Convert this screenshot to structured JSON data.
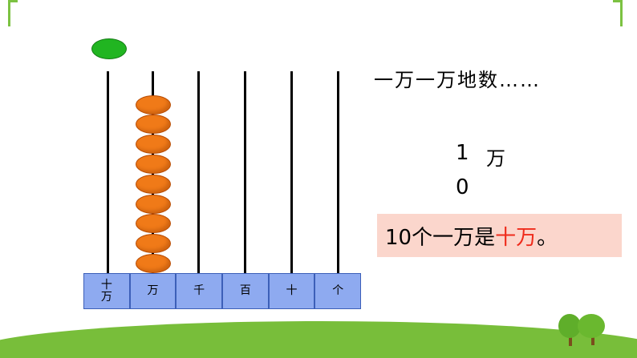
{
  "abacus": {
    "places": [
      {
        "label": "十万",
        "beads": 0
      },
      {
        "label": "万",
        "beads": 9
      },
      {
        "label": "千",
        "beads": 0
      },
      {
        "label": "百",
        "beads": 0
      },
      {
        "label": "十",
        "beads": 0
      },
      {
        "label": "个",
        "beads": 0
      }
    ],
    "bead_color": "#f07a18",
    "extra_bead_color": "#21b521",
    "base_color": "#8eaaf0"
  },
  "text": {
    "heading": "一万一万地数……",
    "digit_one": "1",
    "unit_wan": "万",
    "digit_zero": "0",
    "answer_part1": "10个一万是",
    "answer_part2": "十万",
    "answer_part3": "。"
  },
  "colors": {
    "highlight": "#ef2b1b",
    "answer_background": "#fbd6cc",
    "frame": "#7cc242"
  }
}
